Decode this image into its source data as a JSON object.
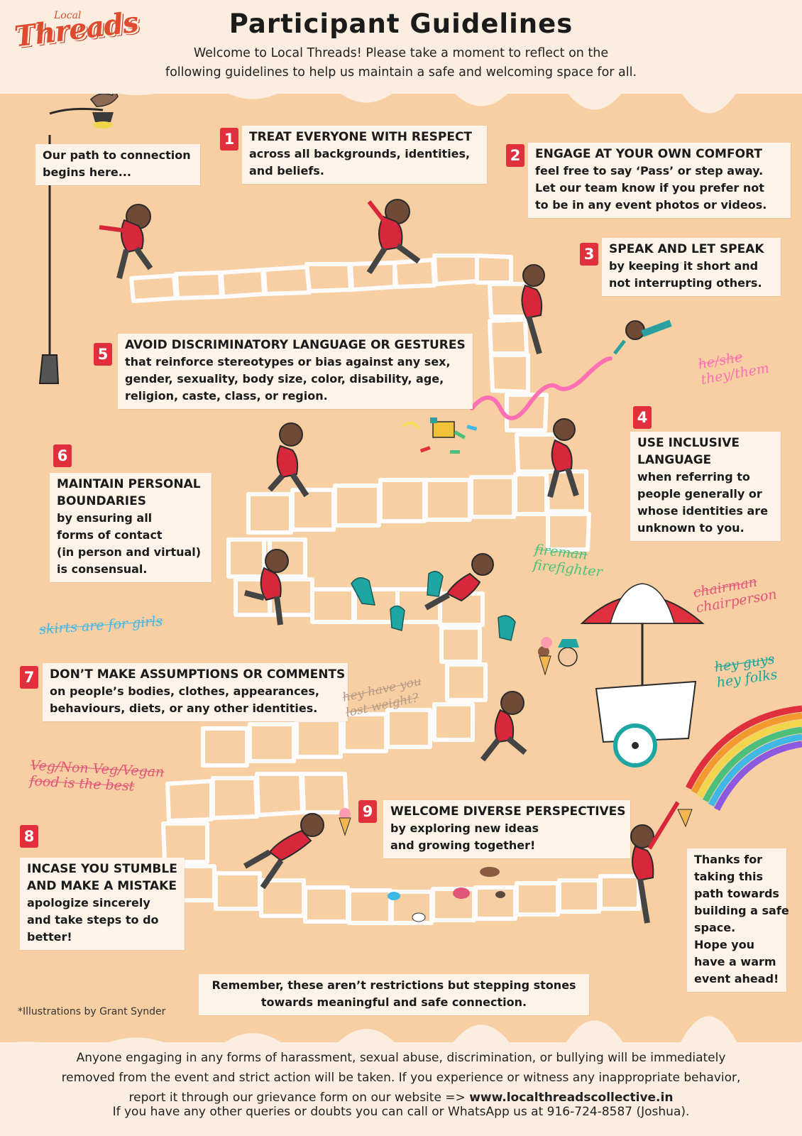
{
  "brand": {
    "small": "Local",
    "main": "Threads"
  },
  "title": "Participant Guidelines",
  "intro": [
    "Welcome to Local Threads! Please take a moment to reflect on the",
    "following guidelines to help us maintain a safe and welcoming space for all."
  ],
  "start": [
    "Our path to connection",
    "begins here..."
  ],
  "guidelines": [
    {
      "num": "1",
      "head": [
        "TREAT EVERYONE WITH RESPECT"
      ],
      "body": [
        "across all backgrounds, identities,",
        "and beliefs."
      ]
    },
    {
      "num": "2",
      "head": [
        "ENGAGE AT YOUR OWN COMFORT"
      ],
      "body": [
        "feel free to say ‘Pass’ or step away.",
        "Let our team know if you prefer not",
        "to be in any event photos or videos."
      ]
    },
    {
      "num": "3",
      "head": [
        "SPEAK AND LET SPEAK"
      ],
      "body": [
        "by keeping it short and",
        "not interrupting others."
      ]
    },
    {
      "num": "4",
      "head": [
        "USE INCLUSIVE",
        "LANGUAGE"
      ],
      "body": [
        "when referring to",
        "people generally or",
        "whose identities are",
        "unknown to you."
      ]
    },
    {
      "num": "5",
      "head": [
        "AVOID DISCRIMINATORY LANGUAGE OR GESTURES"
      ],
      "body": [
        "that reinforce stereotypes or bias against any sex,",
        "gender, sexuality, body size, color, disability, age,",
        "religion, caste, class, or region."
      ]
    },
    {
      "num": "6",
      "head": [
        "MAINTAIN PERSONAL",
        "BOUNDARIES"
      ],
      "body": [
        "by ensuring all",
        "forms of contact",
        "(in person and virtual)",
        "is consensual."
      ]
    },
    {
      "num": "7",
      "head": [
        "DON’T MAKE ASSUMPTIONS OR COMMENTS"
      ],
      "body": [
        "on people’s bodies, clothes, appearances,",
        "behaviours, diets, or any other identities."
      ]
    },
    {
      "num": "8",
      "head": [
        "INCASE YOU STUMBLE",
        "AND MAKE A MISTAKE"
      ],
      "body": [
        "apologize sincerely",
        "and take steps to do",
        "better!"
      ]
    },
    {
      "num": "9",
      "head": [
        "WELCOME DIVERSE PERSPECTIVES"
      ],
      "body": [
        "by exploring new ideas",
        "and growing together!"
      ]
    }
  ],
  "thanks": [
    "Thanks for",
    "taking this",
    "path towards",
    "building a safe",
    "space.",
    "Hope you",
    "have a warm",
    "event ahead!"
  ],
  "remember": [
    "Remember, these aren’t restrictions but stepping stones",
    "towards meaningful and safe connection."
  ],
  "scribbles": {
    "pronouns": [
      "he/she",
      "they/them"
    ],
    "fireman": [
      "fireman",
      "firefighter"
    ],
    "chairman": [
      "chairman",
      "chairperson"
    ],
    "guys": [
      "hey guys",
      "hey folks"
    ],
    "skirts": "skirts are for girls",
    "weight": [
      "hey have you",
      "lost weight?"
    ],
    "food": [
      "Veg/Non Veg/Vegan",
      "food is the best"
    ]
  },
  "credit": "*Illustrations by Grant Synder",
  "footer": {
    "lines": [
      "Anyone engaging in any forms of harassment, sexual abuse, discrimination, or bullying will be immediately",
      "removed from the event and strict action will be taken. If you experience or witness any inappropriate behavior,"
    ],
    "report_prefix": "report it through our grievance form on our website => ",
    "website": "www.localthreadscollective.in",
    "contact": "If you have any other queries or doubts you can call or WhatsApp us at 916-724-8587 (Joshua)."
  },
  "colors": {
    "background": "#f7cfa3",
    "paper": "#fdf3e8",
    "accent_red": "#e0303d",
    "brand": "#e04a2e",
    "scribble_pink": "#ff6fb3",
    "scribble_green": "#4cc07a",
    "scribble_rose": "#e0567a",
    "scribble_teal": "#1aa39b",
    "scribble_blue": "#3fb8e6"
  },
  "icons": [
    "streetlamp-icon",
    "bird-icon",
    "runner-icon",
    "umbrella-cart-icon",
    "rainbow-icon",
    "ice-cream-icon",
    "crayon-box-icon"
  ]
}
